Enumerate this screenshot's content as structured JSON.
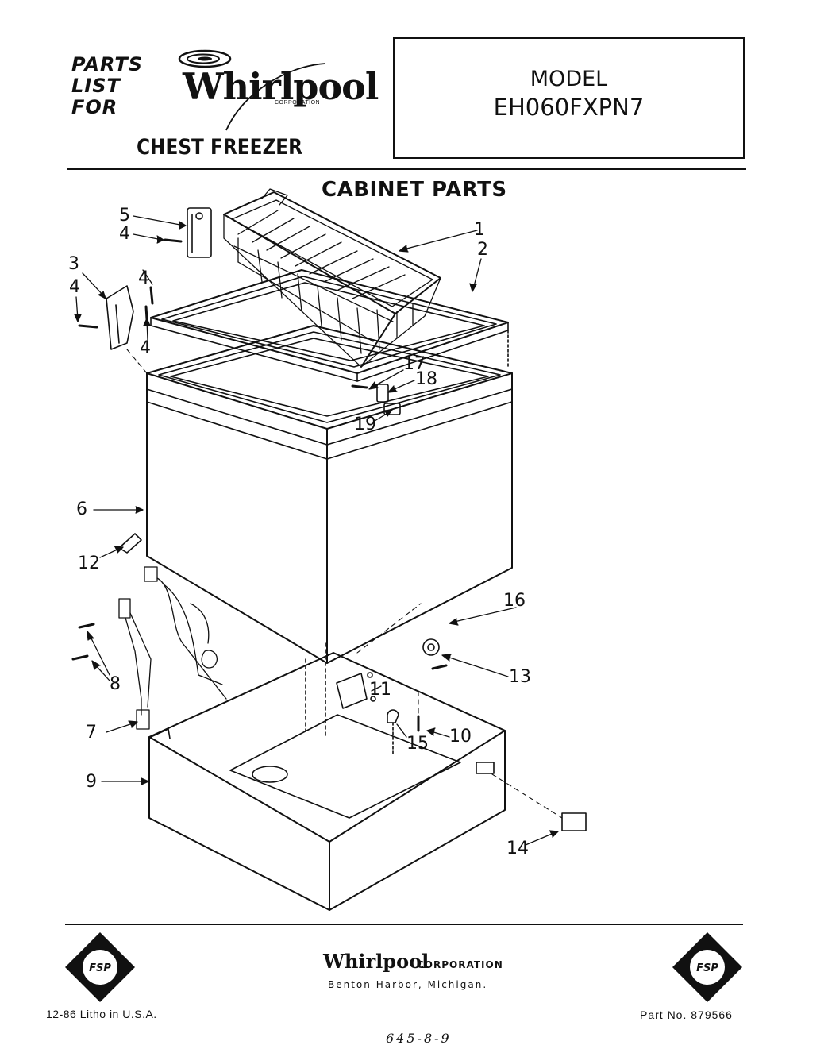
{
  "header": {
    "parts_list_lines": [
      "PARTS",
      "LIST",
      "FOR"
    ],
    "brand_logo_text": "Whirlpool",
    "brand_logo_sub": "CORPORATION",
    "product": "CHEST FREEZER",
    "model_label": "MODEL",
    "model_number": "EH060FXPN7"
  },
  "section_title": "CABINET PARTS",
  "callouts": [
    "1",
    "2",
    "3",
    "4",
    "4",
    "4",
    "4",
    "5",
    "6",
    "7",
    "8",
    "9",
    "10",
    "11",
    "12",
    "13",
    "14",
    "15",
    "16",
    "17",
    "18",
    "19"
  ],
  "footer": {
    "badge_left": "FSP",
    "badge_right": "FSP",
    "brand": "Whirlpool",
    "corp": "CORPORATION",
    "location": "Benton Harbor, Michigan.",
    "litho": "12-86 Litho in U.S.A.",
    "part_no": "Part No. 879566",
    "handwritten": "645-8-9"
  }
}
